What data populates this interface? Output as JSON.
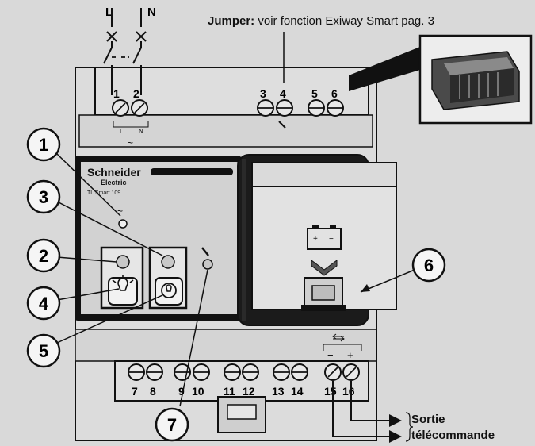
{
  "jumper": {
    "bold_label": "Jumper:",
    "text": " voir fonction Exiway Smart pag. 3"
  },
  "supply": {
    "line": "L",
    "neutral": "N",
    "line_small": "L",
    "neutral_small": "N",
    "ac_symbol": "~"
  },
  "terminals_top": [
    "1",
    "2",
    "3",
    "4",
    "5",
    "6"
  ],
  "terminals_bottom": [
    "7",
    "8",
    "9",
    "10",
    "11",
    "12",
    "13",
    "14",
    "15",
    "16"
  ],
  "brand": {
    "name": "Schneider",
    "sub": "Electric",
    "model": "TL Smart 109"
  },
  "callouts": [
    "1",
    "2",
    "3",
    "4",
    "5",
    "6",
    "7"
  ],
  "output_polarity": {
    "minus": "−",
    "plus": "+"
  },
  "output_label": {
    "line1": "Sortie",
    "line2": "télécommande"
  },
  "colors": {
    "background": "#d9d9d9",
    "device_body": "#dcdcdc",
    "front_panel": "#222222",
    "ink": "#111111"
  }
}
